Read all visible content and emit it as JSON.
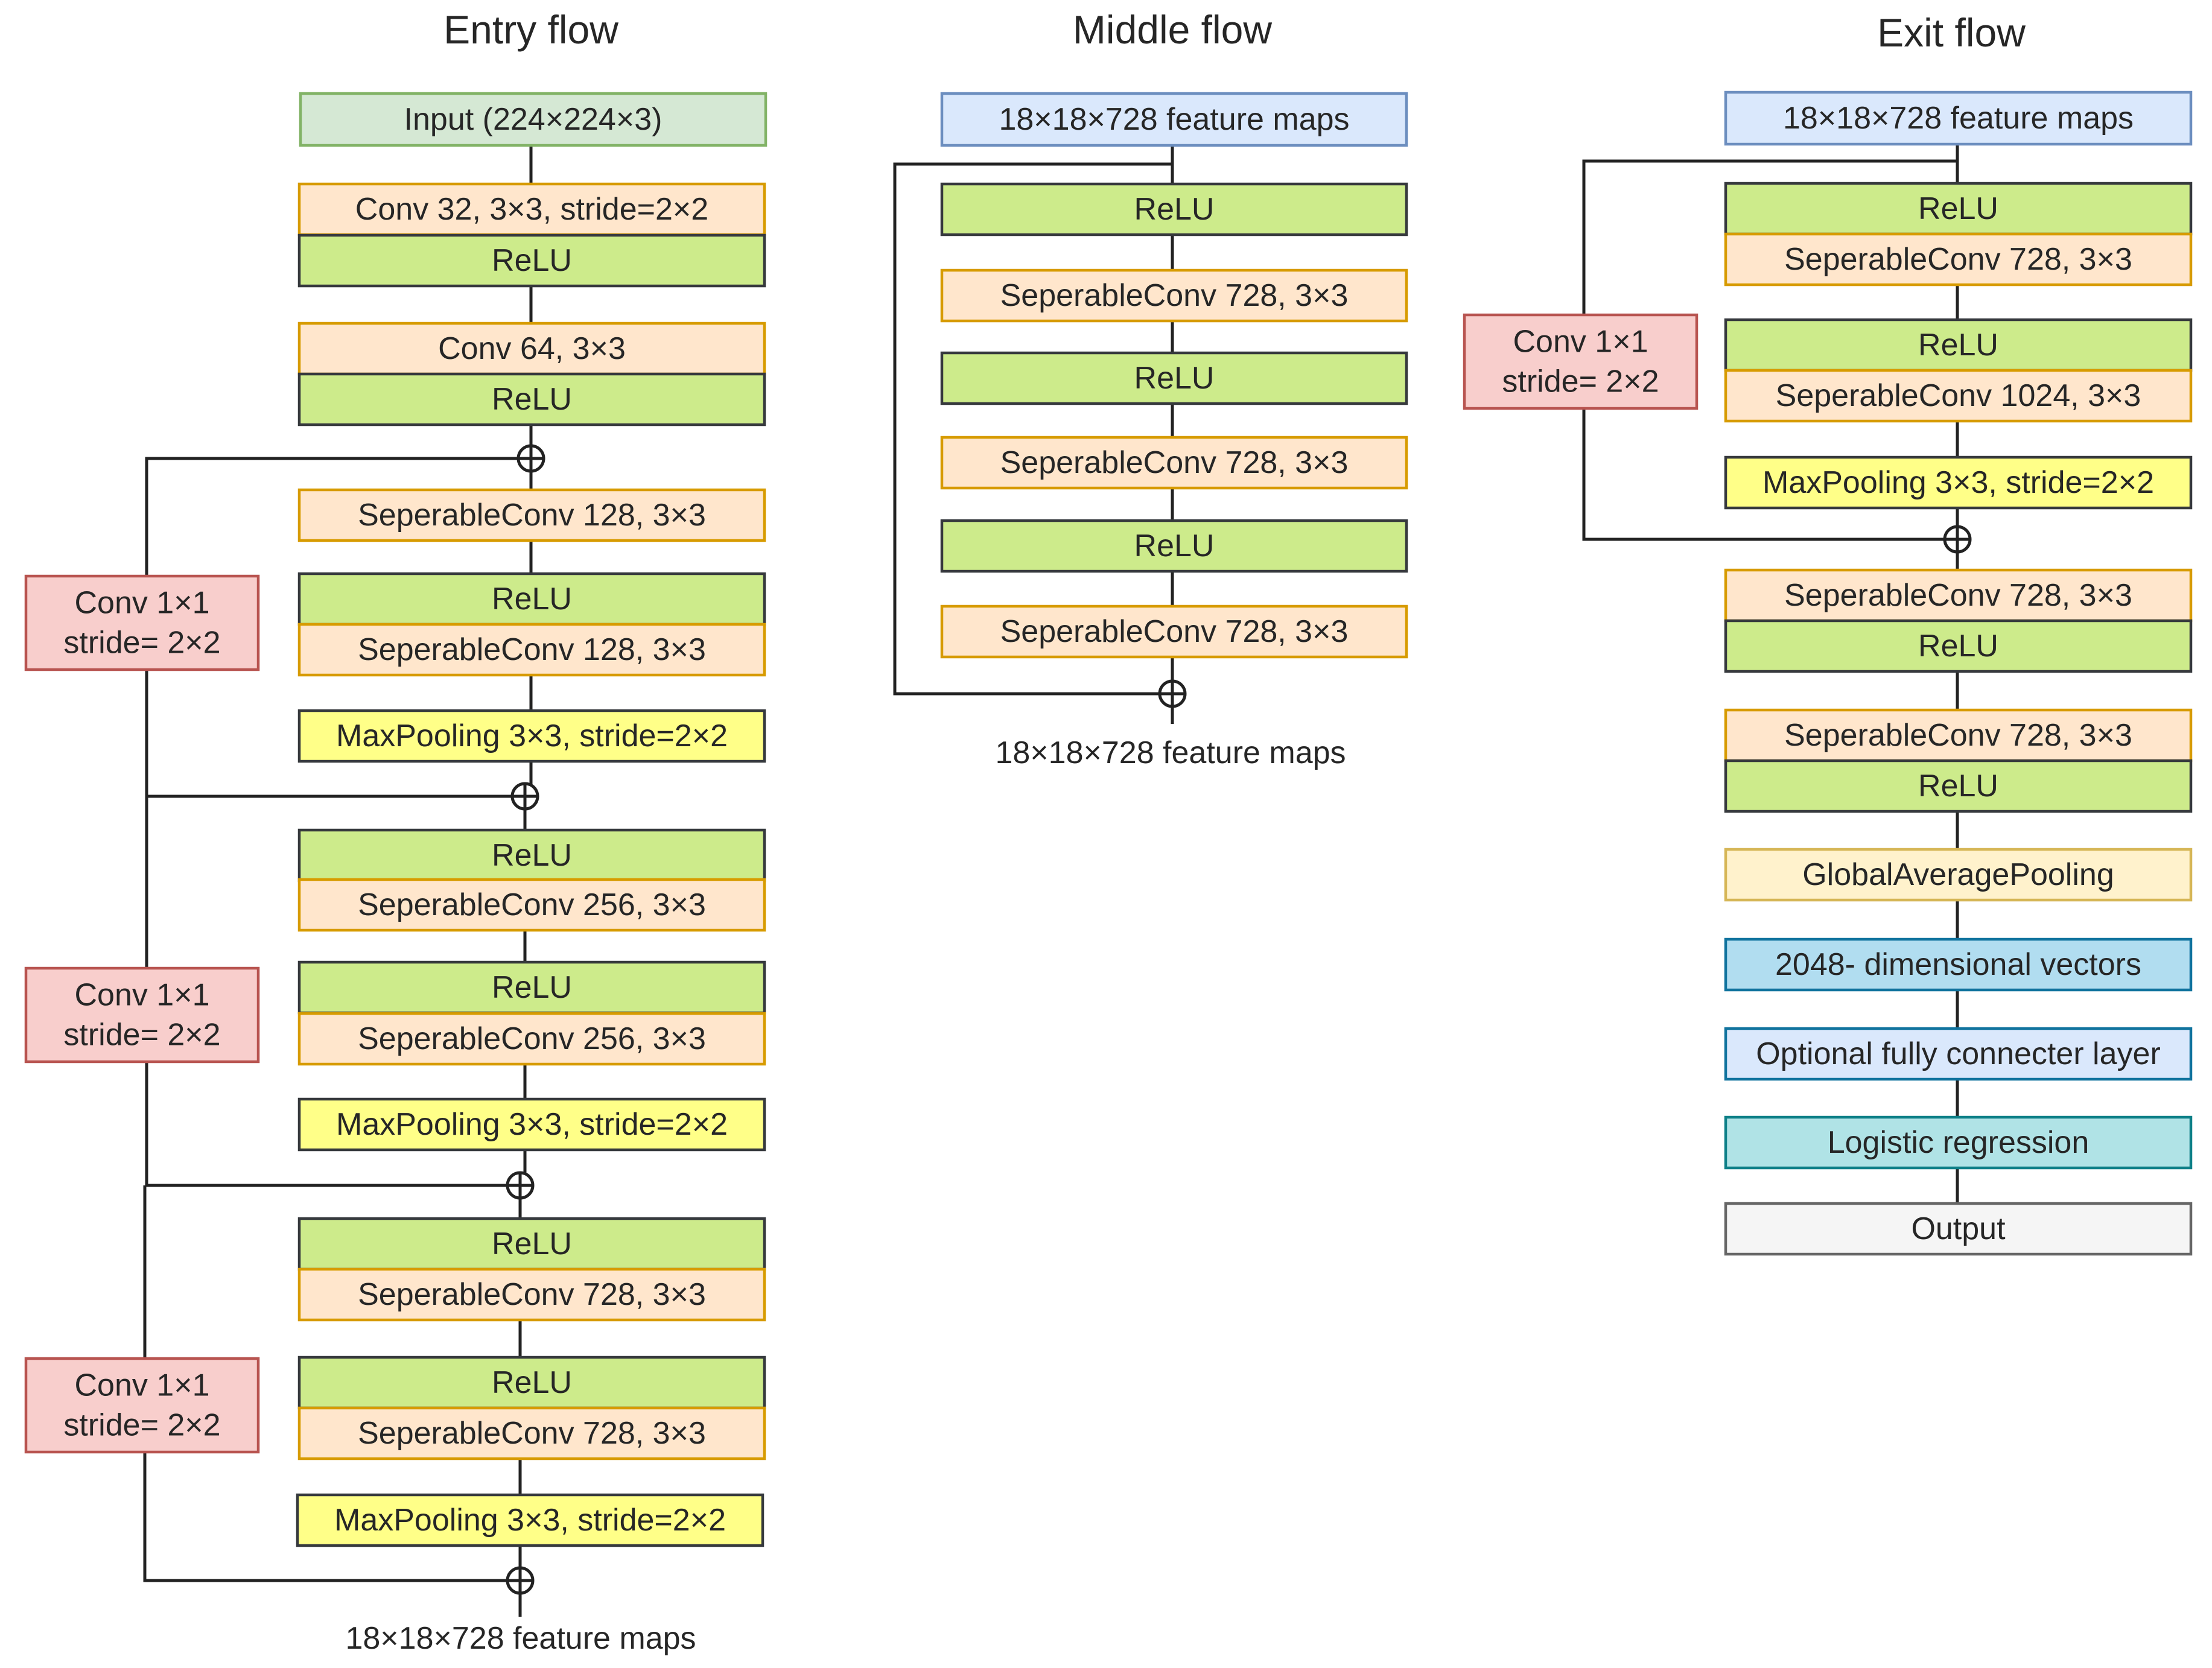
{
  "colors": {
    "input": {
      "fill": "#d5e8d4",
      "stroke": "#82b366"
    },
    "conv": {
      "fill": "#ffe6cc",
      "stroke": "#d79b00"
    },
    "relu": {
      "fill": "#cdeb8b",
      "stroke": "#36393d"
    },
    "pool": {
      "fill": "#ffff88",
      "stroke": "#36393d"
    },
    "shortcut": {
      "fill": "#f8cecc",
      "stroke": "#b85450"
    },
    "feature": {
      "fill": "#dae8fc",
      "stroke": "#6c8ebf"
    },
    "gap": {
      "fill": "#fff2cc",
      "stroke": "#d6b656"
    },
    "vector": {
      "fill": "#b1ddf0",
      "stroke": "#10739e"
    },
    "fc": {
      "fill": "#dae8fc",
      "stroke": "#10739e"
    },
    "logreg": {
      "fill": "#b0e3e6",
      "stroke": "#0e8088"
    },
    "output": {
      "fill": "#f5f5f5",
      "stroke": "#666666"
    }
  },
  "entry": {
    "title": "Entry flow",
    "input": "Input (224×224×3)",
    "conv32": "Conv 32, 3×3,  stride=2×2",
    "relu1": "ReLU",
    "conv64": "Conv 64, 3×3",
    "relu2": "ReLU",
    "sep128a": "SeperableConv 128, 3×3",
    "relu3": "ReLU",
    "sep128b": "SeperableConv 128, 3×3",
    "pool1": "MaxPooling 3×3, stride=2×2",
    "relu4": "ReLU",
    "sep256a": "SeperableConv 256, 3×3",
    "relu5": "ReLU",
    "sep256b": "SeperableConv 256, 3×3",
    "pool2": "MaxPooling 3×3, stride=2×2",
    "relu6": "ReLU",
    "sep728a": "SeperableConv 728, 3×3",
    "relu7": "ReLU",
    "sep728b": "SeperableConv 728, 3×3",
    "pool3": "MaxPooling 3×3, stride=2×2",
    "short1": [
      "Conv 1×1",
      "stride= 2×2"
    ],
    "short2": [
      "Conv 1×1",
      "stride= 2×2"
    ],
    "short3": [
      "Conv 1×1",
      "stride= 2×2"
    ],
    "output_label": "18×18×728 feature maps"
  },
  "middle": {
    "title": "Middle flow",
    "input": "18×18×728 feature maps",
    "relu1": "ReLU",
    "sep1": "SeperableConv 728, 3×3",
    "relu2": "ReLU",
    "sep2": "SeperableConv 728, 3×3",
    "relu3": "ReLU",
    "sep3": "SeperableConv 728, 3×3",
    "output_label": "18×18×728 feature maps"
  },
  "exit": {
    "title": "Exit flow",
    "input": "18×18×728 feature maps",
    "relu1": "ReLU",
    "sep728": "SeperableConv 728, 3×3",
    "relu2": "ReLU",
    "sep1024": "SeperableConv 1024, 3×3",
    "pool": "MaxPooling 3×3, stride=2×2",
    "short": [
      "Conv 1×1",
      "stride= 2×2"
    ],
    "sep728b": "SeperableConv 728, 3×3",
    "relu3": "ReLU",
    "sep728c": "SeperableConv 728, 3×3",
    "relu4": "ReLU",
    "gap": "GlobalAveragePooling",
    "vectors": "2048- dimensional vectors",
    "fc": "Optional fully connecter layer",
    "logreg": "Logistic regression",
    "output": "Output"
  }
}
